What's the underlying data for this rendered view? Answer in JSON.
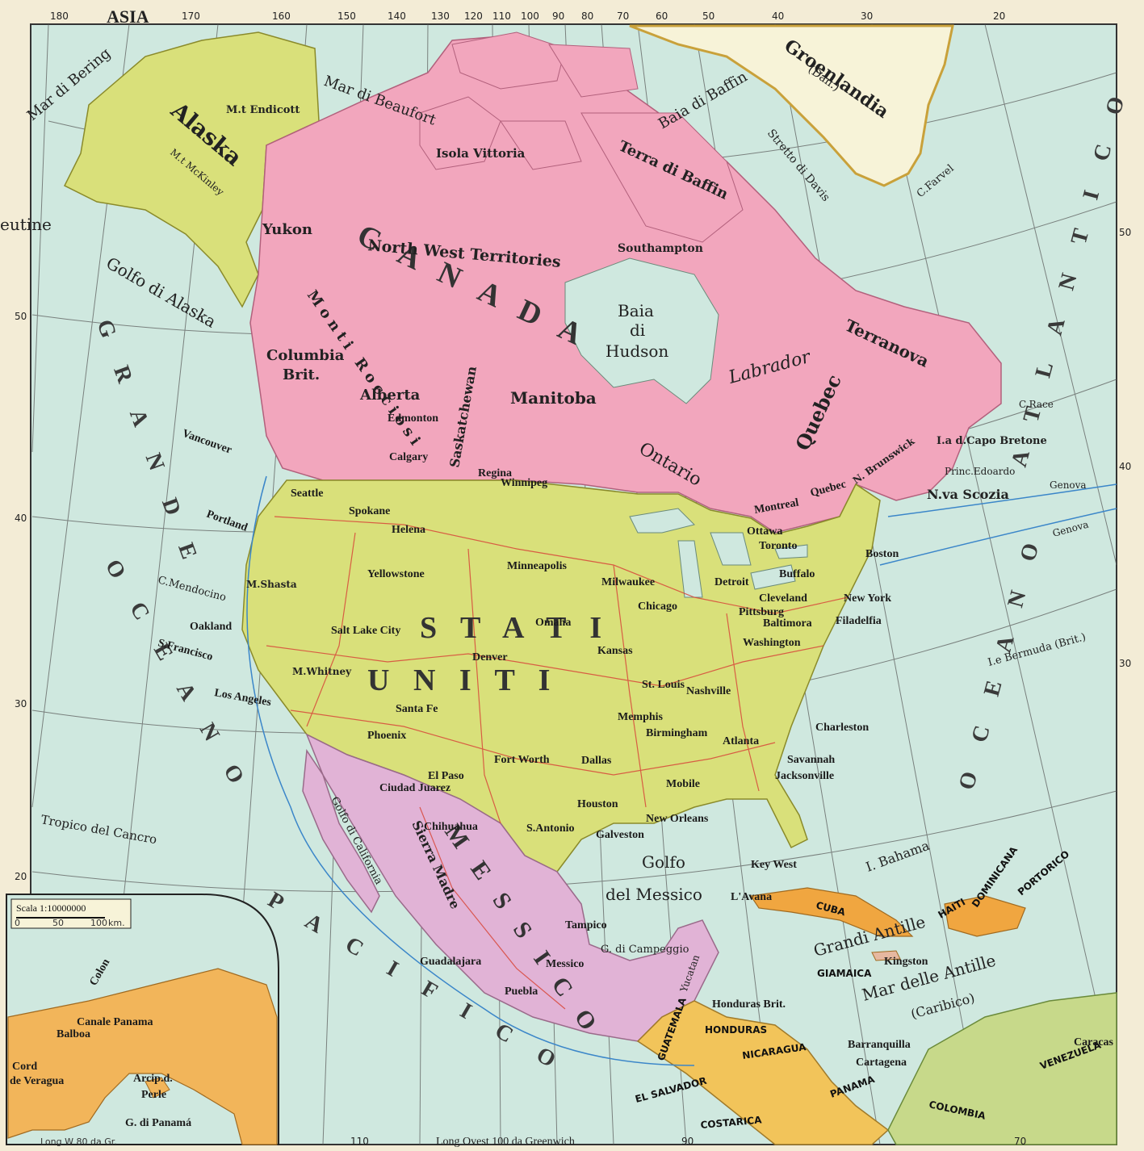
{
  "colors": {
    "ocean": "#cfe8df",
    "canada": "#f2a6bd",
    "usa": "#d9e07a",
    "mexico": "#e1b3d6",
    "greenland": "#f7f3d8",
    "central_america": "#f2c45a",
    "cuba": "#f0a640",
    "graticule": "#444444",
    "routes": "#3b86c9",
    "roads": "#d8473a"
  },
  "header": {
    "asia": "ASIA"
  },
  "top_ticks": [
    "180",
    "170",
    "160",
    "150",
    "140",
    "130",
    "120",
    "110",
    "100",
    "90",
    "80",
    "70",
    "60",
    "50",
    "40",
    "30",
    "20"
  ],
  "right_ticks": [
    "50",
    "40",
    "30"
  ],
  "left_ticks": [
    "50",
    "40",
    "30",
    "20"
  ],
  "bottom": {
    "long_label": "Long Ovest 100 da Greenwich",
    "ticks": [
      "110",
      "90",
      "70"
    ]
  },
  "regions": {
    "canada": "C A N A D A",
    "usa_1": "S T A T I",
    "usa_2": "U N I T I",
    "mexico": "M E S S I C O",
    "alaska": "Alaska",
    "greenland": "Groenlandia",
    "greenland_note": "(Dan.)",
    "labrador": "Labrador",
    "quebec": "Quebec",
    "ontario": "Ontario",
    "manitoba": "Manitoba",
    "alberta": "Alberta",
    "saskatchewan": "Saskatchewan",
    "columbia": "Columbia",
    "columbia_2": "Brit.",
    "yukon": "Yukon",
    "nwt": "North West Territories",
    "terranova": "Terranova",
    "n_scozia": "N.va Scozia",
    "brunswick": "N. Brunswick",
    "cuba": "CUBA",
    "giamaica": "GIAMAICA",
    "haiti": "HAITI",
    "dominicana": "DOMINICANA",
    "honduras": "HONDURAS",
    "honduras_brit": "Honduras Brit.",
    "nicaragua": "NICARAGUA",
    "el_salvador": "EL SALVADOR",
    "costarica": "COSTARICA",
    "panama": "PANAMA",
    "colombia": "COLOMBIA",
    "venezuela": "VENEZUELA",
    "portorico": "PORTORICO",
    "guatemala": "GUATEMALA"
  },
  "seas": {
    "pacifico_1": "G R A N D E",
    "pacifico_2": "O C E A N O",
    "pacifico_3": "P A C I F I C O",
    "atlantico_1": "O C E A N O",
    "atlantico_2": "A T L A N T I C O",
    "golfo_messico_1": "Golfo",
    "golfo_messico_2": "del Messico",
    "baia_hudson_1": "Baia",
    "baia_hudson_2": "di",
    "baia_hudson_3": "Hudson",
    "mar_beaufort": "Mar di Beaufort",
    "mar_bering": "Mar di Bering",
    "golfo_alaska": "Golfo di Alaska",
    "baia_baffin": "Baia di Baffin",
    "mar_antille": "Mar delle Antille",
    "caribico": "(Caribico)",
    "grandi_antille": "Grandi Antille",
    "golfo_california": "Golfo di California",
    "stretto_davis": "Stretto di Davis",
    "tropico": "Tropico del Cancro",
    "aleutine": "eutine"
  },
  "cities": [
    "Vancouver",
    "Portland",
    "S.Francisco",
    "Los Angeles",
    "Denver",
    "Minneapolis",
    "Chicago",
    "Milwaukee",
    "Detroit",
    "Toronto",
    "Montreal",
    "Quebec",
    "Ottawa",
    "Boston",
    "New York",
    "Filadelfia",
    "Baltimora",
    "Washington",
    "Pittsburg",
    "Cleveland",
    "Buffalo",
    "Omaha",
    "Kansas",
    "St. Louis",
    "Dallas",
    "Houston",
    "New Orleans",
    "Atlanta",
    "Memphis",
    "Birmingham",
    "Jacksonville",
    "Savannah",
    "Charleston",
    "Santa Fe",
    "El Paso",
    "Ciudad Juarez",
    "Chihuahua",
    "S.Antonio",
    "Galveston",
    "Messico",
    "Guadalajara",
    "Puebla",
    "Tampico",
    "Winnipeg",
    "Calgary",
    "Edmonton",
    "Regina",
    "Spokane",
    "Seattle",
    "Oakland",
    "Fort Worth",
    "Phoenix",
    "Kingston",
    "Caracas",
    "Cartagena",
    "Barranquilla",
    "L'Avana",
    "Key West",
    "Nashville",
    "Mobile",
    "Yellowstone",
    "Salt Lake City",
    "Helena"
  ],
  "features": {
    "mt_mckinley": "M.t McKinley",
    "mt_endicott": "M.t Endicott",
    "mt_shasta": "M.Shasta",
    "mt_whitney": "M.Whitney",
    "sierra_madre": "Sierra Madre",
    "monti_rocciosi": "Monti Rocciosi",
    "isola_vittoria": "Isola Vittoria",
    "terra_baffin": "Terra di Baffin",
    "southampton": "Southampton",
    "bermuda": "I.e Bermuda (Brit.)",
    "bahama": "I. Bahama",
    "genova_1": "Genova",
    "genova_2": "Genova",
    "c_mendocino": "C.Mendocino",
    "c_farvel": "C.Farvel",
    "c_race": "C.Race",
    "capo_bretone": "I.a d.Capo Bretone",
    "principe_edoardo": "Princ.Edoardo",
    "yucatan": "Yucatan",
    "campeggio": "G. di Campeggio"
  },
  "inset": {
    "scale": "Scala 1:10000000",
    "scale_ticks": [
      "0",
      "50",
      "100",
      "km."
    ],
    "canale": "Canale Panama",
    "golfo_panama": "G. di Panamá",
    "arcip_perle_1": "Arcip.d.",
    "arcip_perle_2": "Perle",
    "cord_veragua_1": "Cord",
    "cord_veragua_2": "de Veragua",
    "colon": "Colon",
    "balboa": "Balboa",
    "bottom_note": "Long W 80 da Gr."
  }
}
